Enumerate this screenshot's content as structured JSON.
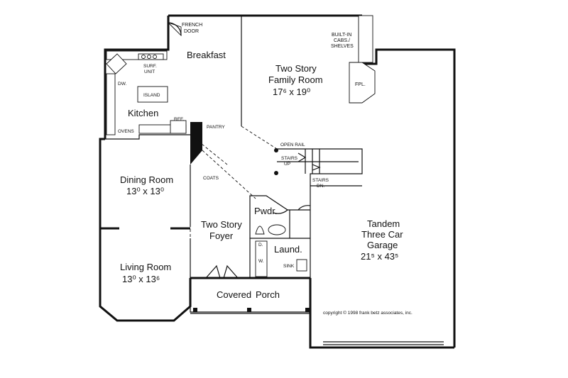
{
  "rooms": {
    "breakfast": "Breakfast",
    "family_title_1": "Two Story",
    "family_title_2": "Family Room",
    "family_dims": "17⁶ x 19⁰",
    "kitchen": "Kitchen",
    "dining_title": "Dining Room",
    "dining_dims": "13⁰ x 13⁰",
    "living_title": "Living Room",
    "living_dims": "13⁰ x 13⁶",
    "foyer_1": "Two Story",
    "foyer_2": "Foyer",
    "powder": "Pwdr.",
    "laundry": "Laund.",
    "porch_1": "Covered",
    "porch_2": "Porch",
    "garage_1": "Tandem",
    "garage_2": "Three Car",
    "garage_3": "Garage",
    "garage_dims": "21⁵ x 43⁵"
  },
  "labels": {
    "french_door_1": "FRENCH",
    "french_door_2": "DOOR",
    "built_in_1": "BUILT-IN",
    "built_in_2": "CABS./",
    "built_in_3": "SHELVES",
    "fireplace": "FPL.",
    "surf_1": "SURF.",
    "surf_2": "UNIT",
    "dw": "DW.",
    "island": "ISLAND",
    "ref": "REF.",
    "ovens": "OVENS",
    "pantry": "PANTRY",
    "coats": "COATS",
    "open_rail": "OPEN RAIL",
    "stairs_up_1": "STAIRS",
    "stairs_up_2": "UP",
    "stairs_dn_1": "STAIRS",
    "stairs_dn_2": "DN.",
    "sink": "SINK",
    "washer": "W.",
    "dryer": "D.",
    "copyright": "copyright © 1998 frank betz associates, inc."
  }
}
